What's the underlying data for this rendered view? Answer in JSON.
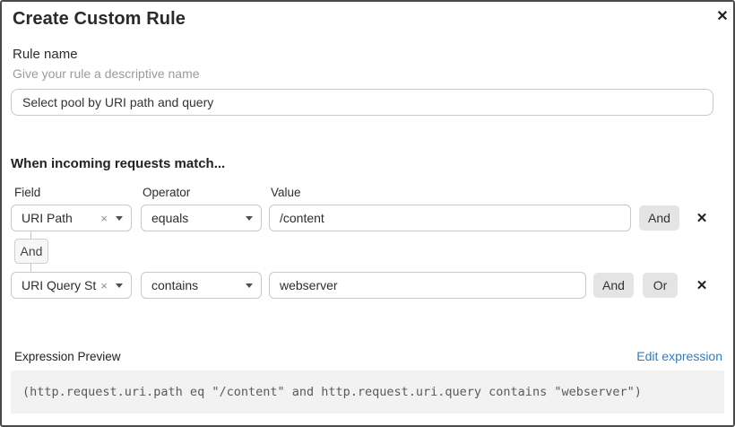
{
  "dialog": {
    "title": "Create Custom Rule"
  },
  "icons": {
    "close": "✕",
    "clear": "×",
    "remove": "✕"
  },
  "rule_name": {
    "label": "Rule name",
    "hint": "Give your rule a descriptive name",
    "value": "Select pool by URI path and query"
  },
  "match": {
    "heading": "When incoming requests match...",
    "columns": {
      "field": "Field",
      "operator": "Operator",
      "value": "Value"
    },
    "connector": "And",
    "rows": [
      {
        "field": "URI Path",
        "operator": "equals",
        "value": "/content",
        "and_label": "And"
      },
      {
        "field": "URI Query St...",
        "operator": "contains",
        "value": "webserver",
        "and_label": "And",
        "or_label": "Or"
      }
    ]
  },
  "expression_preview": {
    "label": "Expression Preview",
    "edit_link": "Edit expression",
    "expression": "(http.request.uri.path eq \"/content\" and http.request.uri.query contains \"webserver\")"
  },
  "colors": {
    "link_blue": "#2f7cbf",
    "button_gray": "#e4e4e4",
    "code_bg": "#f2f2f2",
    "border_dark": "#4a4a4a"
  }
}
